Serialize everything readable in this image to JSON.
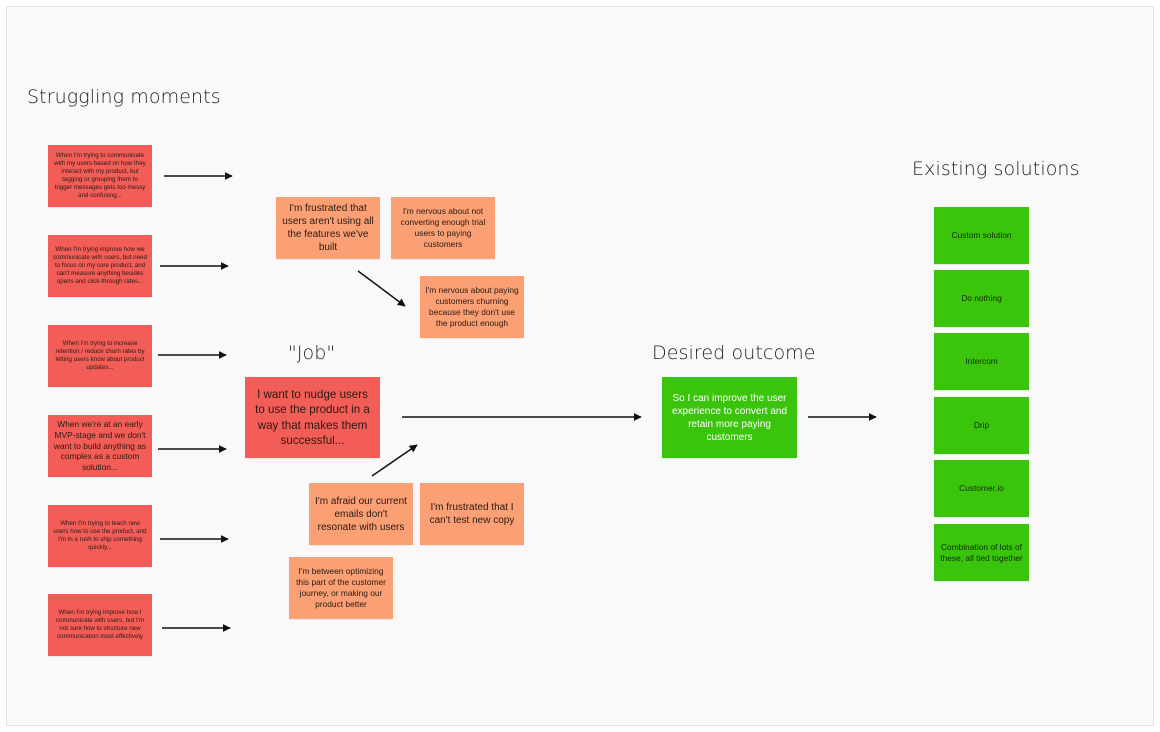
{
  "headings": {
    "struggling": "Struggling moments",
    "job": "\"Job\"",
    "desired": "Desired outcome",
    "existing": "Existing solutions"
  },
  "struggles": [
    "When I'm trying to communicate with my users based on how they interact with my product, but tagging or grouping them to trigger messages gets too messy and confusing...",
    "When I'm trying improve how we communicate with users, but need to focus on my core product, and can't measure anything besides opens and click-through rates...",
    "When I'm trying to increase retention / reduce churn rates by letting users know about product updates...",
    "When we're at an early MVP-stage and we don't want to build anything as complex as a custom solution...",
    "When I'm trying to teach new users how to use the product, and I'm in a rush to ship something quickly...",
    "When I'm trying improve how I communicate with users, but I'm not sure how to structure new communication most effectively"
  ],
  "anxieties": [
    "I'm frustrated that users aren't using all the features we've built",
    "I'm nervous about not converting enough trial users to paying customers",
    "I'm nervous about paying customers churning because they don't use the product enough",
    "I'm afraid our current emails don't resonate with users",
    "I'm frustrated that I can't test new copy",
    "I'm between optimizing this part of the customer journey, or making our product better"
  ],
  "job": "I want to nudge users to use the product in a way that makes them successful...",
  "outcome": "So I can improve the user experience to convert and retain more paying customers",
  "solutions": [
    "Custom solution",
    "Do nothing",
    "Intercom",
    "Drip",
    "Customer.io",
    "Combination of lots of these, all tied together"
  ],
  "colors": {
    "struggle": "#f25d57",
    "anxiety": "#fb9f74",
    "outcome": "#3ac40c"
  }
}
